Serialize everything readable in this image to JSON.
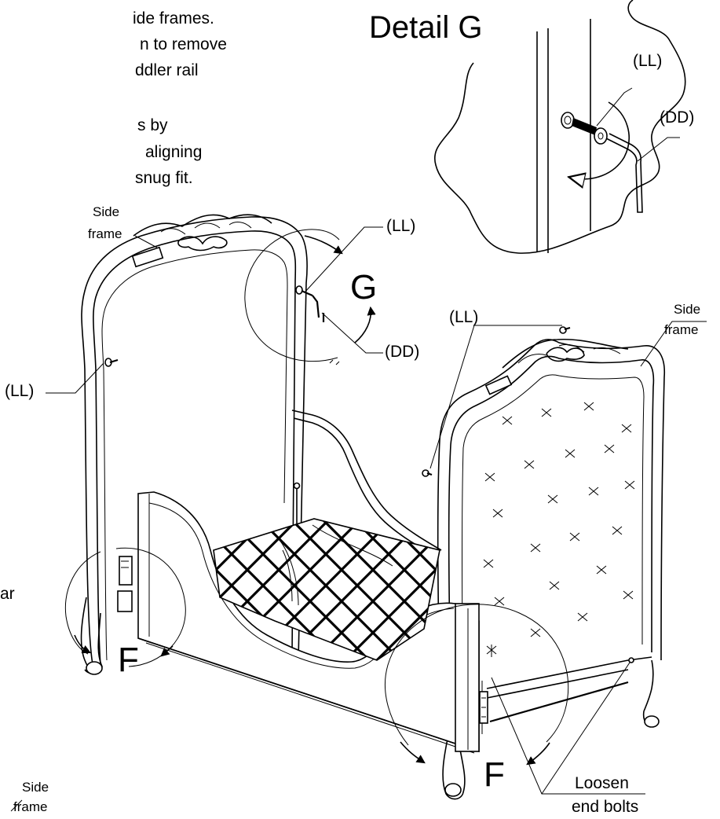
{
  "instructions": {
    "line1": "ide frames.",
    "line2": "n to remove",
    "line3": "ddler rail",
    "line4": "s by",
    "line5": "aligning",
    "line6": "snug fit.",
    "line7": "ar"
  },
  "detail_g": {
    "title": "Detail G",
    "label_ll": "(LL)",
    "label_dd": "(DD)"
  },
  "labels": {
    "side_frame_left_1": "Side",
    "side_frame_left_2": "frame",
    "side_frame_right_1": "Side",
    "side_frame_right_2": "frame",
    "side_frame_bottom_1": "Side",
    "side_frame_bottom_2": "frame",
    "ll_top": "(LL)",
    "ll_right": "(LL)",
    "ll_left": "(LL)",
    "dd_mid": "(DD)",
    "g_marker": "G",
    "f_left": "F",
    "f_right": "F",
    "loosen_1": "Loosen",
    "loosen_2": "end bolts"
  }
}
